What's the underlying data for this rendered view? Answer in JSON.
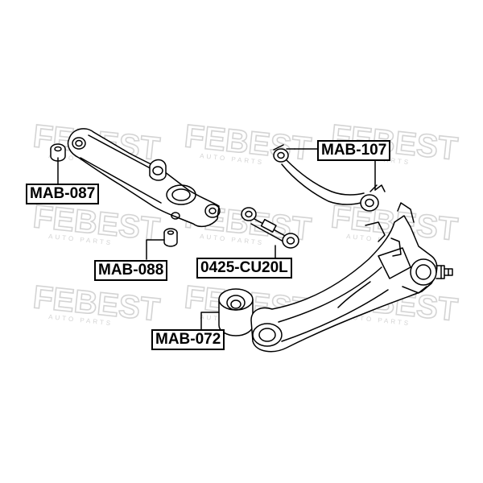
{
  "watermark": {
    "brand": "FEBEST",
    "tagline": "AUTO PARTS",
    "color": "#d4d4d4"
  },
  "parts": {
    "mab087": "MAB-087",
    "mab088": "MAB-088",
    "mab072": "MAB-072",
    "mab107": "MAB-107",
    "cu20l": "0425-CU20L"
  },
  "colors": {
    "line": "#000000",
    "background": "#ffffff"
  }
}
